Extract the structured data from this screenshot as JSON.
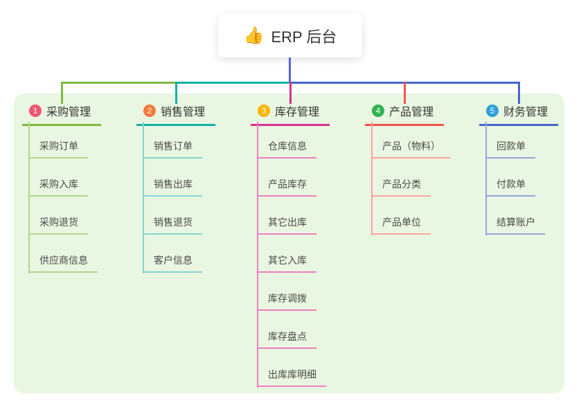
{
  "root": {
    "label": "ERP 后台",
    "icon": "👍"
  },
  "branches": [
    {
      "num": "1",
      "label": "采购管理",
      "badge_color": "#f0566e",
      "line_color": "#7cb93e",
      "child_line_color": "#b0d787",
      "children": [
        "采购订单",
        "采购入库",
        "采购退货",
        "供应商信息"
      ]
    },
    {
      "num": "2",
      "label": "销售管理",
      "badge_color": "#f5793b",
      "line_color": "#12b2a6",
      "child_line_color": "#82d7cf",
      "children": [
        "销售订单",
        "销售出库",
        "销售退货",
        "客户信息"
      ]
    },
    {
      "num": "3",
      "label": "库存管理",
      "badge_color": "#f7b500",
      "line_color": "#d6308f",
      "child_line_color": "#ee7fc0",
      "children": [
        "仓库信息",
        "产品库存",
        "其它出库",
        "其它入库",
        "库存调拨",
        "库存盘点",
        "出库库明细"
      ]
    },
    {
      "num": "4",
      "label": "产品管理",
      "badge_color": "#2fb34f",
      "line_color": "#f4534f",
      "child_line_color": "#f9a3a0",
      "children": [
        "产品（物料）",
        "产品分类",
        "产品单位"
      ]
    },
    {
      "num": "5",
      "label": "财务管理",
      "badge_color": "#2d9fd9",
      "line_color": "#4565cd",
      "child_line_color": "#92a4dd",
      "children": [
        "回款单",
        "付款单",
        "结算账户"
      ]
    }
  ],
  "colors": {
    "canvas": "#ffffff",
    "panel": "#e9f6e1",
    "root_connector": "#5565d0",
    "root_text": "#333333",
    "title_text": "#333333",
    "child_text": "#4a4a4a"
  }
}
